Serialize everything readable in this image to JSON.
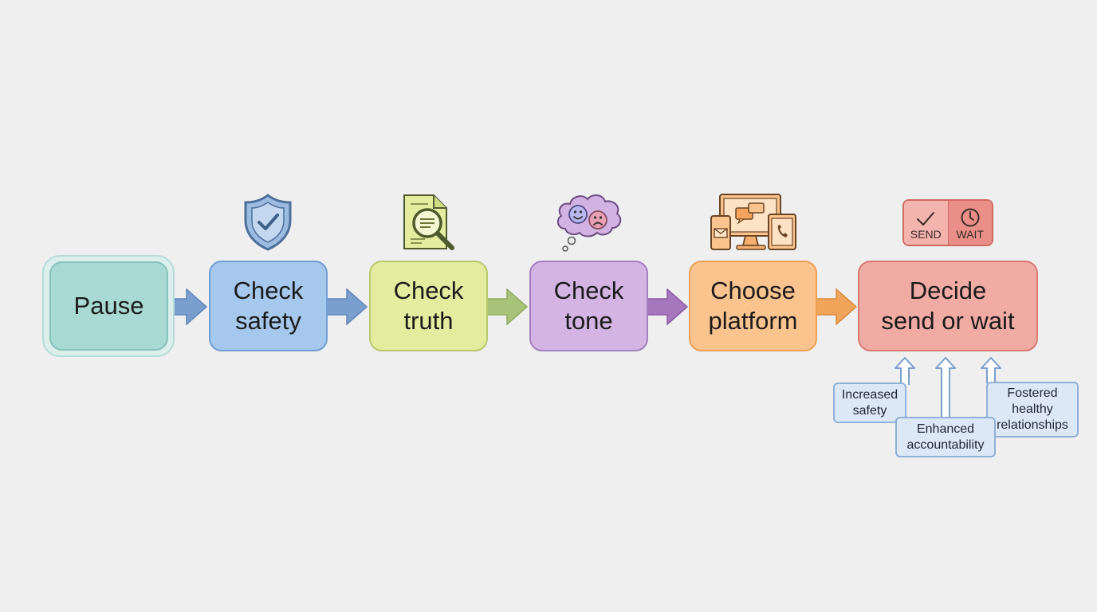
{
  "steps": {
    "pause": {
      "label": "Pause",
      "color": "#a9d9d3"
    },
    "safety": {
      "line1": "Check",
      "line2": "safety",
      "color": "#a6c8ec",
      "icon": "shield-check-icon"
    },
    "truth": {
      "line1": "Check",
      "line2": "truth",
      "color": "#e3ec9f",
      "icon": "document-magnifier-icon"
    },
    "tone": {
      "line1": "Check",
      "line2": "tone",
      "color": "#d3b4e2",
      "icon": "thought-bubble-faces-icon"
    },
    "platform": {
      "line1": "Choose",
      "line2": "platform",
      "color": "#fbc48f",
      "icon": "devices-icon"
    },
    "decide": {
      "line1": "Decide",
      "line2": "send or wait",
      "color": "#efaba4"
    }
  },
  "decision_badge": {
    "send": "SEND",
    "wait": "WAIT",
    "send_icon": "checkmark-icon",
    "wait_icon": "clock-icon"
  },
  "benefits": {
    "safety": {
      "line1": "Increased",
      "line2": "safety"
    },
    "accountability": {
      "line1": "Enhanced",
      "line2": "accountability"
    },
    "relationships": {
      "line1": "Fostered",
      "line2": "healthy",
      "line3": "relationships"
    }
  }
}
